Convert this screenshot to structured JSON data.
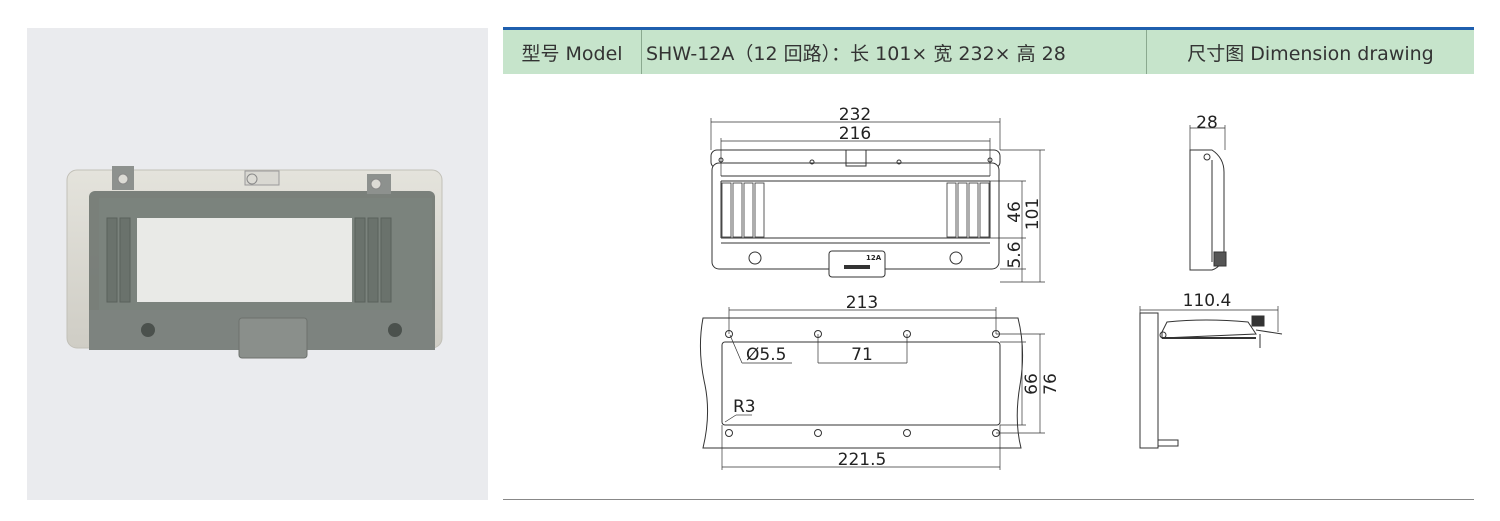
{
  "header": {
    "model_label": "型号 Model",
    "spec": "SHW-12A（12 回路）：长 101× 宽 232× 高 28",
    "drawing_label": "尺寸图 Dimension drawing"
  },
  "front_view": {
    "width_outer": "232",
    "width_inner": "216",
    "height_total": "101",
    "window_height": "46",
    "bottom_offset": "5.6",
    "latch_label": "12A"
  },
  "side_view": {
    "depth": "28"
  },
  "cutout_view": {
    "hole_span": "213",
    "hole_pitch": "71",
    "hole_diameter": "Ø5.5",
    "corner_radius": "R3",
    "cutout_height": "66",
    "hole_row_span": "76",
    "cutout_width": "221.5"
  },
  "open_view": {
    "open_depth": "110.4"
  },
  "colors": {
    "header_bg": "#c6e4cb",
    "header_accent": "#1f5fae",
    "photo_bg": "#eaebee"
  }
}
